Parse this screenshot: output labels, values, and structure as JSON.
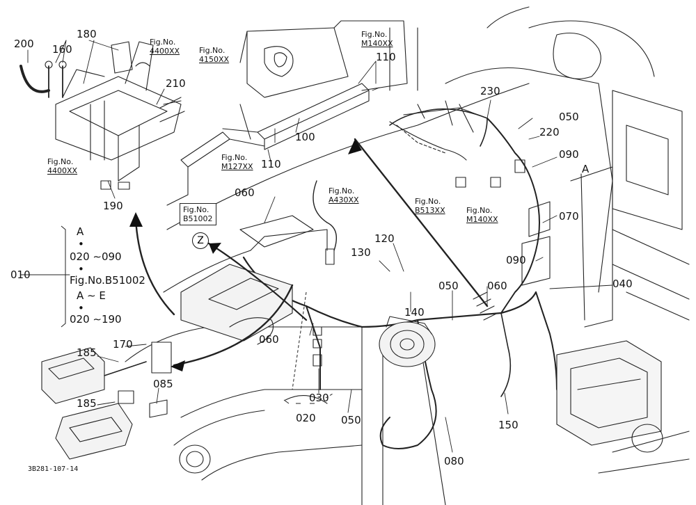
{
  "part_numbers": {
    "p200": "200",
    "p180": "180",
    "p160": "160",
    "p210": "210",
    "p190": "190",
    "p100": "100",
    "p110a": "110",
    "p110b": "110",
    "p230": "230",
    "p050a": "050",
    "p220": "220",
    "p090a": "090",
    "p070": "070",
    "p090b": "090",
    "p040": "040",
    "p060a": "060",
    "p060b": "060",
    "p060c": "060",
    "p130": "130",
    "p120": "120",
    "p140": "140",
    "p050b": "050",
    "p170": "170",
    "p185a": "185",
    "p185b": "185",
    "p085": "085",
    "p030": "030",
    "p020": "020",
    "p050c": "050",
    "p080": "080",
    "p150": "150",
    "p010": "010"
  },
  "fig_refs": {
    "f4400a": {
      "prefix": "Fig.No.",
      "num": "4400XX"
    },
    "f4150": {
      "prefix": "Fig.No.",
      "num": "4150XX"
    },
    "fM140a": {
      "prefix": "Fig.No.",
      "num": "M140XX"
    },
    "f4400b": {
      "prefix": "Fig.No.",
      "num": "4400XX"
    },
    "fM127": {
      "prefix": "Fig.No.",
      "num": "M127XX"
    },
    "fA430": {
      "prefix": "Fig.No.",
      "num": "A430XX"
    },
    "fB513": {
      "prefix": "Fig.No.",
      "num": "B513XX"
    },
    "fM140b": {
      "prefix": "Fig.No.",
      "num": "M140XX"
    },
    "fB51002": {
      "prefix": "Fig.No.",
      "num": "B51002"
    }
  },
  "callouts": {
    "z_marker": "Z",
    "a_marker": "A"
  },
  "legend": {
    "l1": "A",
    "l2": "•",
    "l3": "020 ∼090",
    "l4": "•",
    "l5": "Fig.No.B51002",
    "l6": "A ∼ E",
    "l7": "•",
    "l8": "020 ∼190"
  },
  "drawing_code": "3B281-107-14"
}
